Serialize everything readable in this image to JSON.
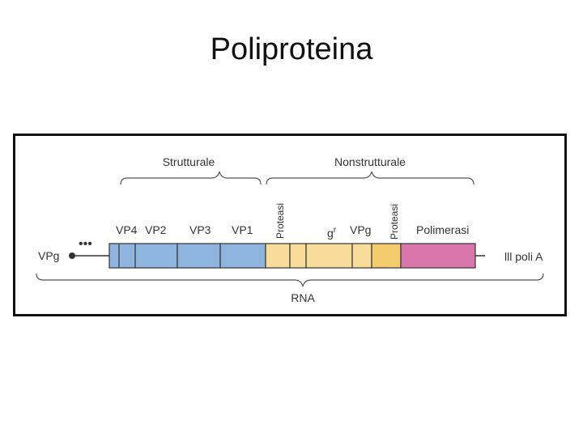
{
  "slide": {
    "title": "Poliproteina"
  },
  "diagram": {
    "group_labels": {
      "structural": "Strutturale",
      "nonstructural": "Nonstrutturale"
    },
    "vpg_left": "VPg",
    "dots": "•••",
    "rna_label": "RNA",
    "poly_a_label": "lll poli A",
    "proteins": {
      "vp4": "VP4",
      "vp2": "VP2",
      "vp3": "VP3",
      "vp1": "VP1",
      "protease_1": "Proteasi",
      "gr_base": "g",
      "gr_sup": "r",
      "vpg": "VPg",
      "protease_2": "Proteasi",
      "polymerase": "Polimerasi"
    },
    "colors": {
      "structural": "#8fb4de",
      "nonstructural_light": "#f8dc9a",
      "nonstructural_dark": "#f3cc6e",
      "polymerase": "#d977ad",
      "outline": "#333333"
    }
  }
}
